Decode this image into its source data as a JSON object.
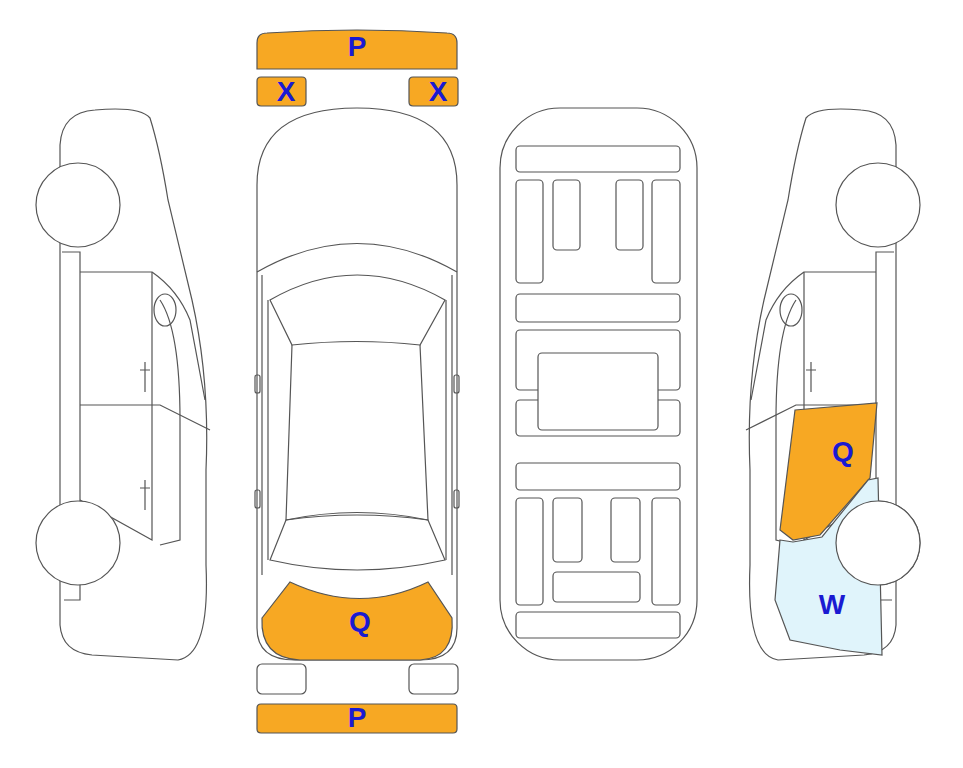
{
  "diagram": {
    "nodes": [
      {
        "text": [
          "P"
        ]
      },
      {
        "text": [
          "X"
        ]
      },
      {
        "text": [
          "X"
        ]
      },
      {
        "text": [
          "Q"
        ]
      },
      {
        "text": [
          "W"
        ]
      },
      {
        "text": [
          "Q"
        ]
      },
      {
        "text": [
          "P"
        ]
      }
    ]
  }
}
